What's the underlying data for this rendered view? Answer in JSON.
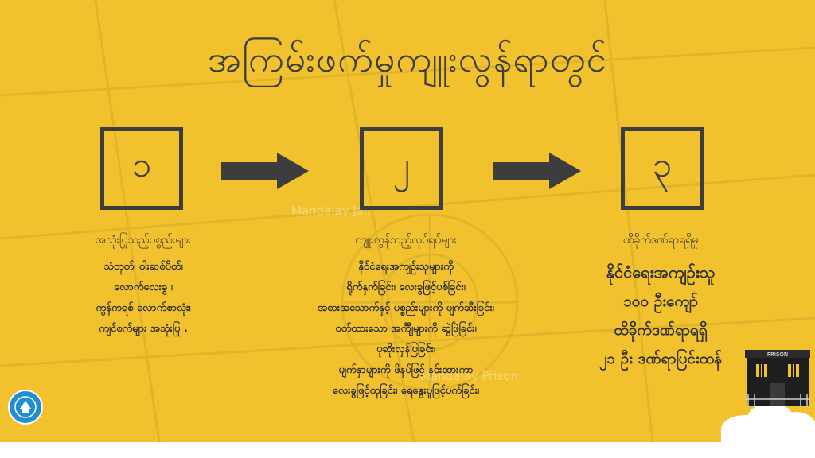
{
  "title": "အကြမ်းဖက်မှုကျူးလွန်ရာတွင်",
  "steps": [
    {
      "number": "၁"
    },
    {
      "number": "၂"
    },
    {
      "number": "၃"
    }
  ],
  "col1": {
    "heading": "အသုံးပြုသည့်ပစ္စည်းများ",
    "lines": [
      "သံတုတ်၊ ဝါးဆစ်ပိတ်၊",
      "လောက်လေးခွ ၊",
      "ကွန်ကရစ် လောက်စာလုံး၊",
      "ကျင်စက်များ အသုံးပြု ."
    ]
  },
  "col2": {
    "heading": "ကျူးလွန်သည့်လုပ်ရပ်များ",
    "lines": [
      "နိုင်ငံရေးအကျဉ်းသူများကို",
      "ရိုက်နှက်ခြင်း၊ လေးခွဖြင့်ပစ်ခြင်း၊",
      "အစားအသောက်နှင့် ပစ္စည်းများကို ဖျက်ဆီးခြင်း၊",
      "ဝတ်ထားသော အင်္ကျီများကို ဆွဲဖြဲခြင်း၊",
      "ပုဆိုးလှန်ပြခြင်း၊",
      "မျက်နှာများကို ဖိနပ်ဖြင့် နင်းထားကာ",
      "လေးခွဖြင့်ထုခြင်း၊ ရေနွေးပူဖြင့်ပက်ခြင်း၊"
    ]
  },
  "col3": {
    "heading": "ထိခိုက်ဒဏ်ရာရရှိမှု",
    "line1": "နိုင်ငံရေးအကျဉ်းသူ",
    "line2": "၁၀၀ ဦးကျော်",
    "line3": "ထိခိုက်ဒဏ်ရာရရှိ",
    "line4": "၂၁ ဦး ဒဏ်ရာပြင်းထန်"
  },
  "watermarks": {
    "top": "Mandalay Jail",
    "bottom": "Mandalay Prison"
  },
  "prison_label": "PRISON",
  "colors": {
    "background": "#f2c12e",
    "ink": "#3d3d3d"
  },
  "icons": [
    "arrow-right-icon",
    "prison-building-icon",
    "cloud-icon",
    "organization-logo-icon"
  ]
}
